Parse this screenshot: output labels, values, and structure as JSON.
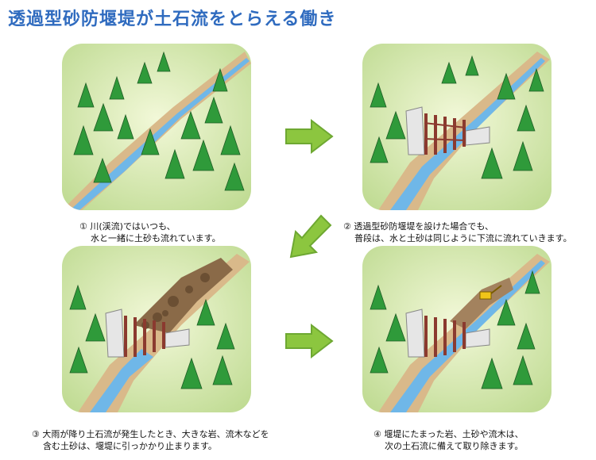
{
  "title": "透過型砂防堰堤が土石流をとらえる働き",
  "colors": {
    "title": "#2f6bbf",
    "arrow": "#8cc63f",
    "arrow_edge": "#6ea832",
    "forest": "#2f9a3a",
    "ground": "#d9b98a",
    "water": "#6fb7e8",
    "dam": "#8b3a2f"
  },
  "panels": [
    {
      "lines": [
        "① 川(渓流)ではいつも、",
        "水と一緒に土砂も流れています。"
      ]
    },
    {
      "lines": [
        "② 透過型砂防堰堤を設けた場合でも、",
        "普段は、水と土砂は同じように下流に流れていきます。"
      ]
    },
    {
      "lines": [
        "③ 大雨が降り土石流が発生したとき、大きな岩、流木などを",
        "含む土砂は、堰堤に引っかかり止まります。"
      ]
    },
    {
      "lines": [
        "④ 堰堤にたまった岩、土砂や流木は、",
        "次の土石流に備えて取り除きます。"
      ]
    }
  ],
  "arrows": [
    {
      "icon": "arrow-right-icon"
    },
    {
      "icon": "arrow-down-left-icon"
    },
    {
      "icon": "arrow-right-icon"
    }
  ]
}
